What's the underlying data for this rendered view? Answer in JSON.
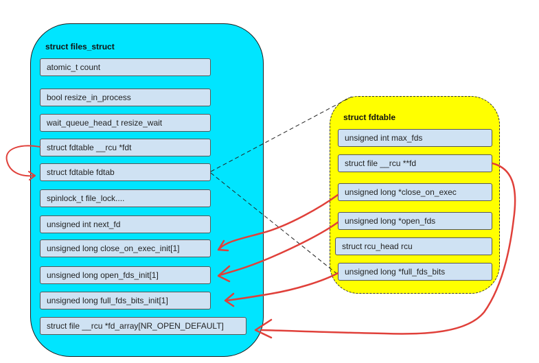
{
  "files_struct": {
    "title": "struct files_struct",
    "fields": [
      "atomic_t count",
      "bool resize_in_process",
      "wait_queue_head_t resize_wait",
      "struct fdtable __rcu *fdt",
      "struct fdtable fdtab",
      "spinlock_t file_lock....",
      "unsigned int next_fd",
      "unsigned long close_on_exec_init[1]",
      "unsigned long open_fds_init[1]",
      "unsigned long full_fds_bits_init[1]",
      "struct file __rcu *fd_array[NR_OPEN_DEFAULT]"
    ]
  },
  "fdtable": {
    "title": "struct fdtable",
    "fields": [
      "unsigned int max_fds",
      "struct file __rcu **fd",
      "unsigned long *close_on_exec",
      "unsigned long *open_fds",
      "struct rcu_head rcu",
      "unsigned long *full_fds_bits"
    ]
  },
  "colors": {
    "files_struct_bg": "#00e5ff",
    "fdtable_bg": "#ffff00",
    "field_bg": "#cfe2f3",
    "arrow": "#e0403a"
  }
}
